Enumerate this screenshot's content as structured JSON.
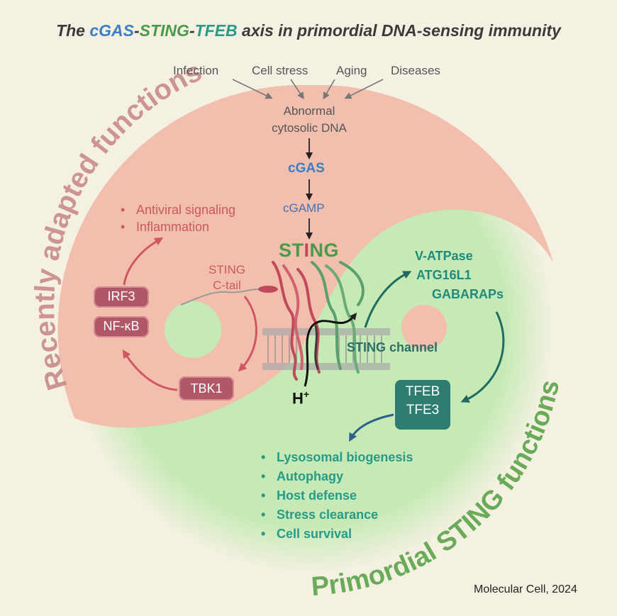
{
  "title": {
    "part_cgas": "cGAS",
    "sep1": "-",
    "part_sting": "STING",
    "sep2": "-",
    "part_tfeb": "TFEB",
    "rest": " axis in primordial DNA-sensing immunity",
    "lead": "The "
  },
  "triggers": [
    "Infection",
    "Cell stress",
    "Aging",
    "Diseases"
  ],
  "flow": {
    "abnormal_line1": "Abnormal",
    "abnormal_line2": "cytosolic DNA",
    "cgas": "cGAS",
    "cgamp": "cGAMP",
    "sting_letters": [
      "S",
      "T",
      "I",
      "N",
      "G"
    ]
  },
  "arc_labels": {
    "recent": "Recently adapted functions",
    "primordial": "Primordial STING functions"
  },
  "recent": {
    "items": [
      "Antiviral signaling",
      "Inflammation"
    ],
    "sting_ctail_line1": "STING",
    "sting_ctail_line2": "C-tail",
    "irf3": "IRF3",
    "nfkb": "NF-κB",
    "tbk1": "TBK1"
  },
  "primordial": {
    "effectors": [
      "V-ATPase",
      "ATG16L1",
      "GABARAPs"
    ],
    "channel": "STING channel",
    "tfeb": "TFEB",
    "tfe3": "TFE3",
    "items": [
      "Lysosomal biogenesis",
      "Autophagy",
      "Host defense",
      "Stress clearance",
      "Cell survival"
    ]
  },
  "proton": "H",
  "proton_sup": "+",
  "credit": "Molecular Cell, 2024",
  "colors": {
    "red_half": "#f2bfae",
    "green_half": "#c5eab5",
    "background": "#f5f1e2",
    "cgas_blue": "#3a7fc4",
    "sting_green": "#4a9a4a",
    "teal": "#2d7d70",
    "pill_red": "#b05868",
    "recent_label": "#c88c8c",
    "primordial_label": "#6aab5a"
  }
}
